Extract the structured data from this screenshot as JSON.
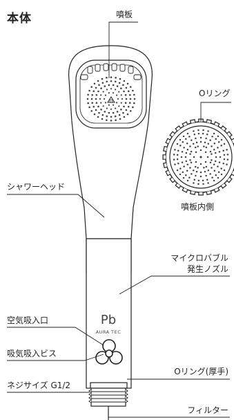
{
  "title": "本体",
  "labels": {
    "nozzle_plate": "噴板",
    "o_ring": "Oリング",
    "plate_inside": "噴板内側",
    "shower_head": "シャワーヘッド",
    "micro_bubble_line1": "マイクロバブル",
    "micro_bubble_line2": "発生ノズル",
    "air_intake": "空気吸入口",
    "intake_screw": "吸気吸入ビス",
    "o_ring_thick": "Oリング(厚手)",
    "thread_size": "ネジサイズ G1/2",
    "filter": "フィルター"
  },
  "brand": {
    "logo_mark": "Pb",
    "logo_text": "AURA TEC"
  },
  "colors": {
    "line": "#222222",
    "body_fill": "#ffffff",
    "hole_dot": "#444444"
  }
}
